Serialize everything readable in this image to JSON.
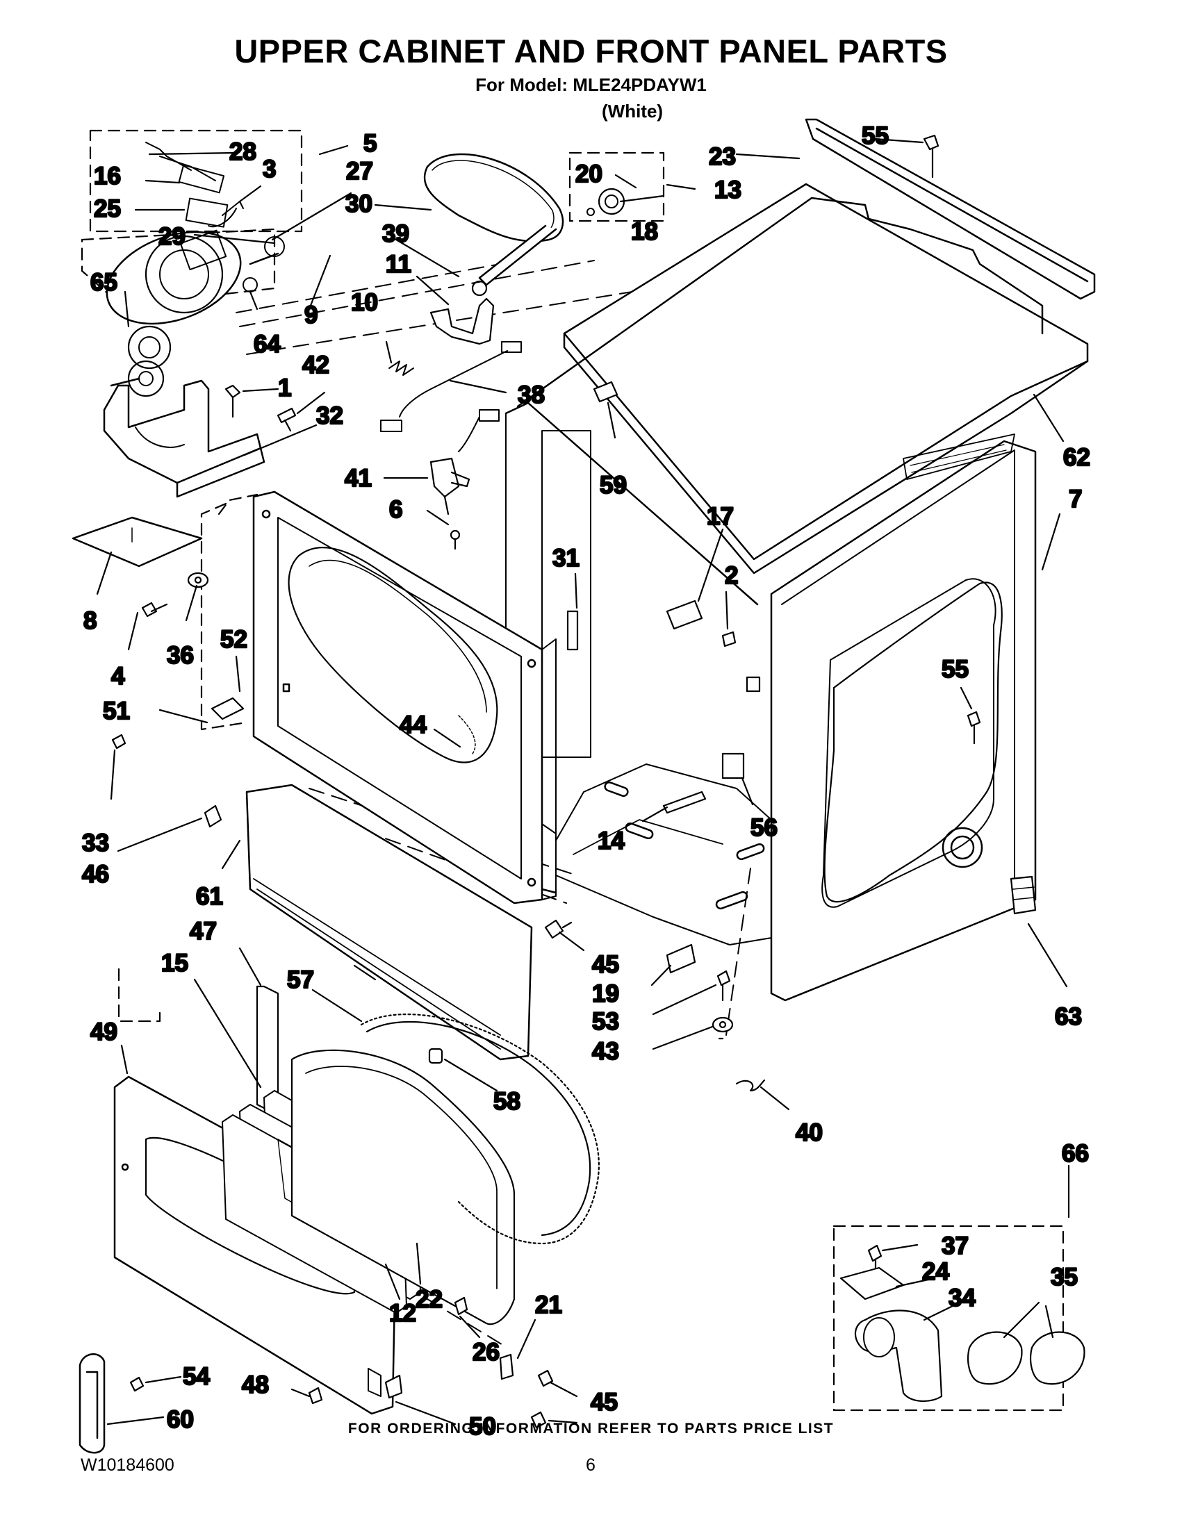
{
  "header": {
    "title": "UPPER CABINET AND FRONT PANEL PARTS",
    "model_line": "For Model: MLE24PDAYW1",
    "variant": "(White)"
  },
  "callouts": [
    "1",
    "2",
    "3",
    "4",
    "5",
    "6",
    "7",
    "8",
    "9",
    "10",
    "11",
    "12",
    "13",
    "14",
    "15",
    "16",
    "17",
    "18",
    "19",
    "20",
    "21",
    "22",
    "23",
    "24",
    "25",
    "26",
    "27",
    "28",
    "29",
    "30",
    "31",
    "32",
    "33",
    "34",
    "35",
    "36",
    "37",
    "38",
    "39",
    "40",
    "41",
    "42",
    "43",
    "44",
    "45",
    "45",
    "46",
    "47",
    "48",
    "49",
    "50",
    "51",
    "52",
    "53",
    "54",
    "55",
    "55",
    "56",
    "57",
    "58",
    "59",
    "60",
    "61",
    "62",
    "63",
    "64",
    "65",
    "66"
  ],
  "footer": {
    "ordering_note": "FOR ORDERING INFORMATION REFER TO PARTS PRICE LIST",
    "document_number": "W10184600",
    "page_number": "6"
  }
}
